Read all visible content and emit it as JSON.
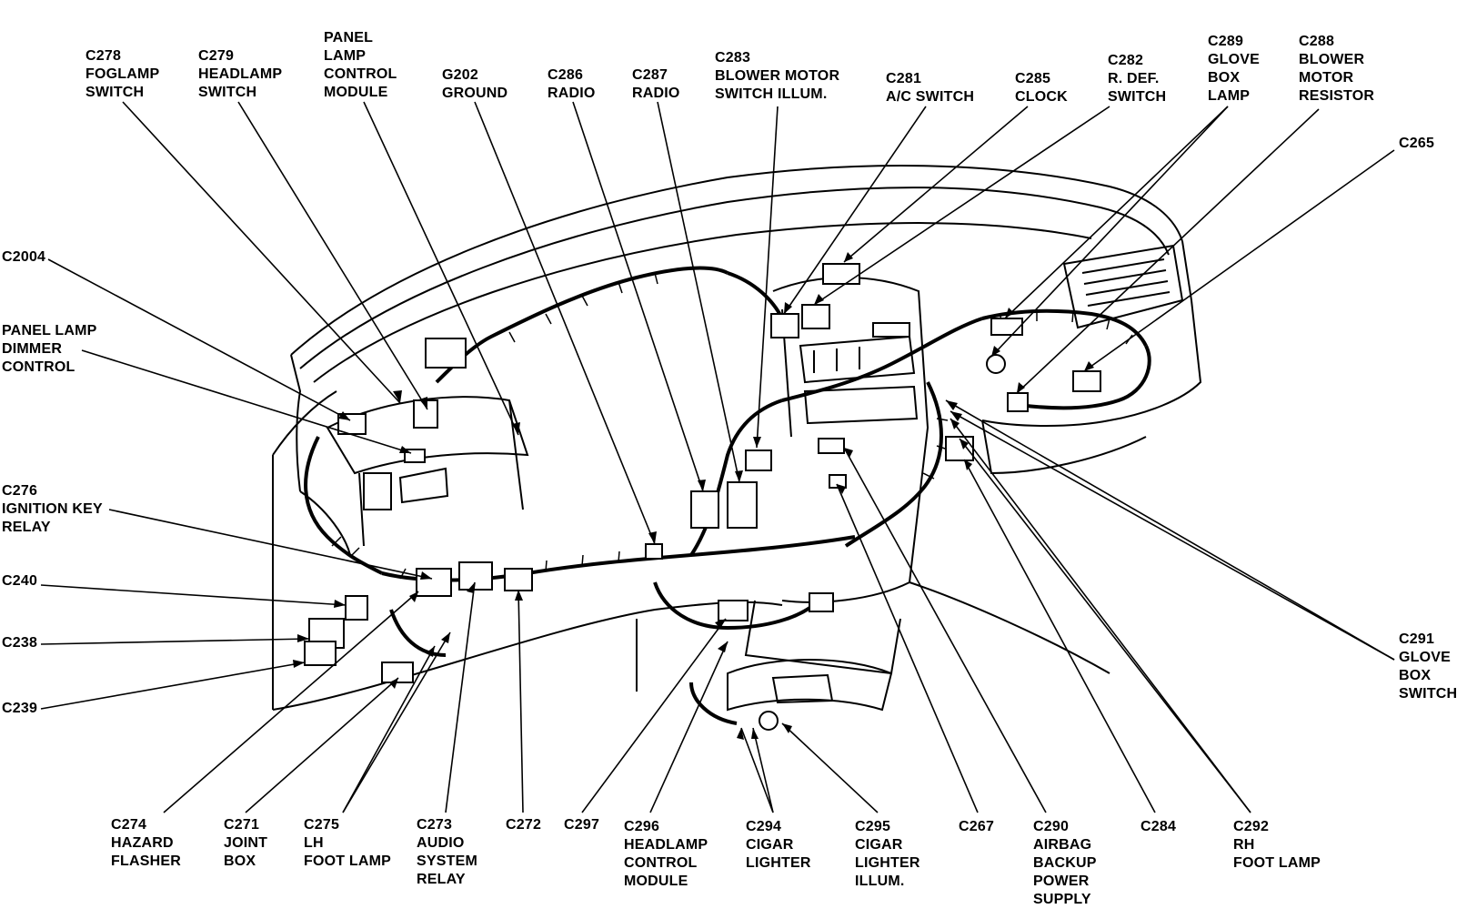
{
  "labels": {
    "c278": [
      "C278",
      "FOGLAMP",
      "SWITCH"
    ],
    "c279": [
      "C279",
      "HEADLAMP",
      "SWITCH"
    ],
    "panel_lamp_control_module": [
      "PANEL",
      "LAMP",
      "CONTROL",
      "MODULE"
    ],
    "g202": [
      "G202",
      "GROUND"
    ],
    "c286": [
      "C286",
      "RADIO"
    ],
    "c287": [
      "C287",
      "RADIO"
    ],
    "c283": [
      "C283",
      "BLOWER MOTOR",
      "SWITCH ILLUM."
    ],
    "c281": [
      "C281",
      "A/C SWITCH"
    ],
    "c285": [
      "C285",
      "CLOCK"
    ],
    "c282": [
      "C282",
      "R. DEF.",
      "SWITCH"
    ],
    "c289": [
      "C289",
      "GLOVE",
      "BOX",
      "LAMP"
    ],
    "c288": [
      "C288",
      "BLOWER",
      "MOTOR",
      "RESISTOR"
    ],
    "c265": [
      "C265"
    ],
    "c2004": [
      "C2004"
    ],
    "panel_lamp_dimmer": [
      "PANEL LAMP",
      "DIMMER",
      "CONTROL"
    ],
    "c276": [
      "C276",
      "IGNITION KEY",
      "RELAY"
    ],
    "c240": [
      "C240"
    ],
    "c238": [
      "C238"
    ],
    "c239": [
      "C239"
    ],
    "c291": [
      "C291",
      "GLOVE",
      "BOX",
      "SWITCH"
    ],
    "c274": [
      "C274",
      "HAZARD",
      "FLASHER"
    ],
    "c271": [
      "C271",
      "JOINT",
      "BOX"
    ],
    "c275": [
      "C275",
      "LH",
      "FOOT LAMP"
    ],
    "c273": [
      "C273",
      "AUDIO",
      "SYSTEM",
      "RELAY"
    ],
    "c272": [
      "C272"
    ],
    "c297": [
      "C297"
    ],
    "c296": [
      "C296",
      "HEADLAMP",
      "CONTROL",
      "MODULE"
    ],
    "c294": [
      "C294",
      "CIGAR",
      "LIGHTER"
    ],
    "c295": [
      "C295",
      "CIGAR",
      "LIGHTER",
      "ILLUM."
    ],
    "c267": [
      "C267"
    ],
    "c290": [
      "C290",
      "AIRBAG",
      "BACKUP",
      "POWER",
      "SUPPLY"
    ],
    "c284": [
      "C284"
    ],
    "c292": [
      "C292",
      "RH",
      "FOOT LAMP"
    ]
  }
}
